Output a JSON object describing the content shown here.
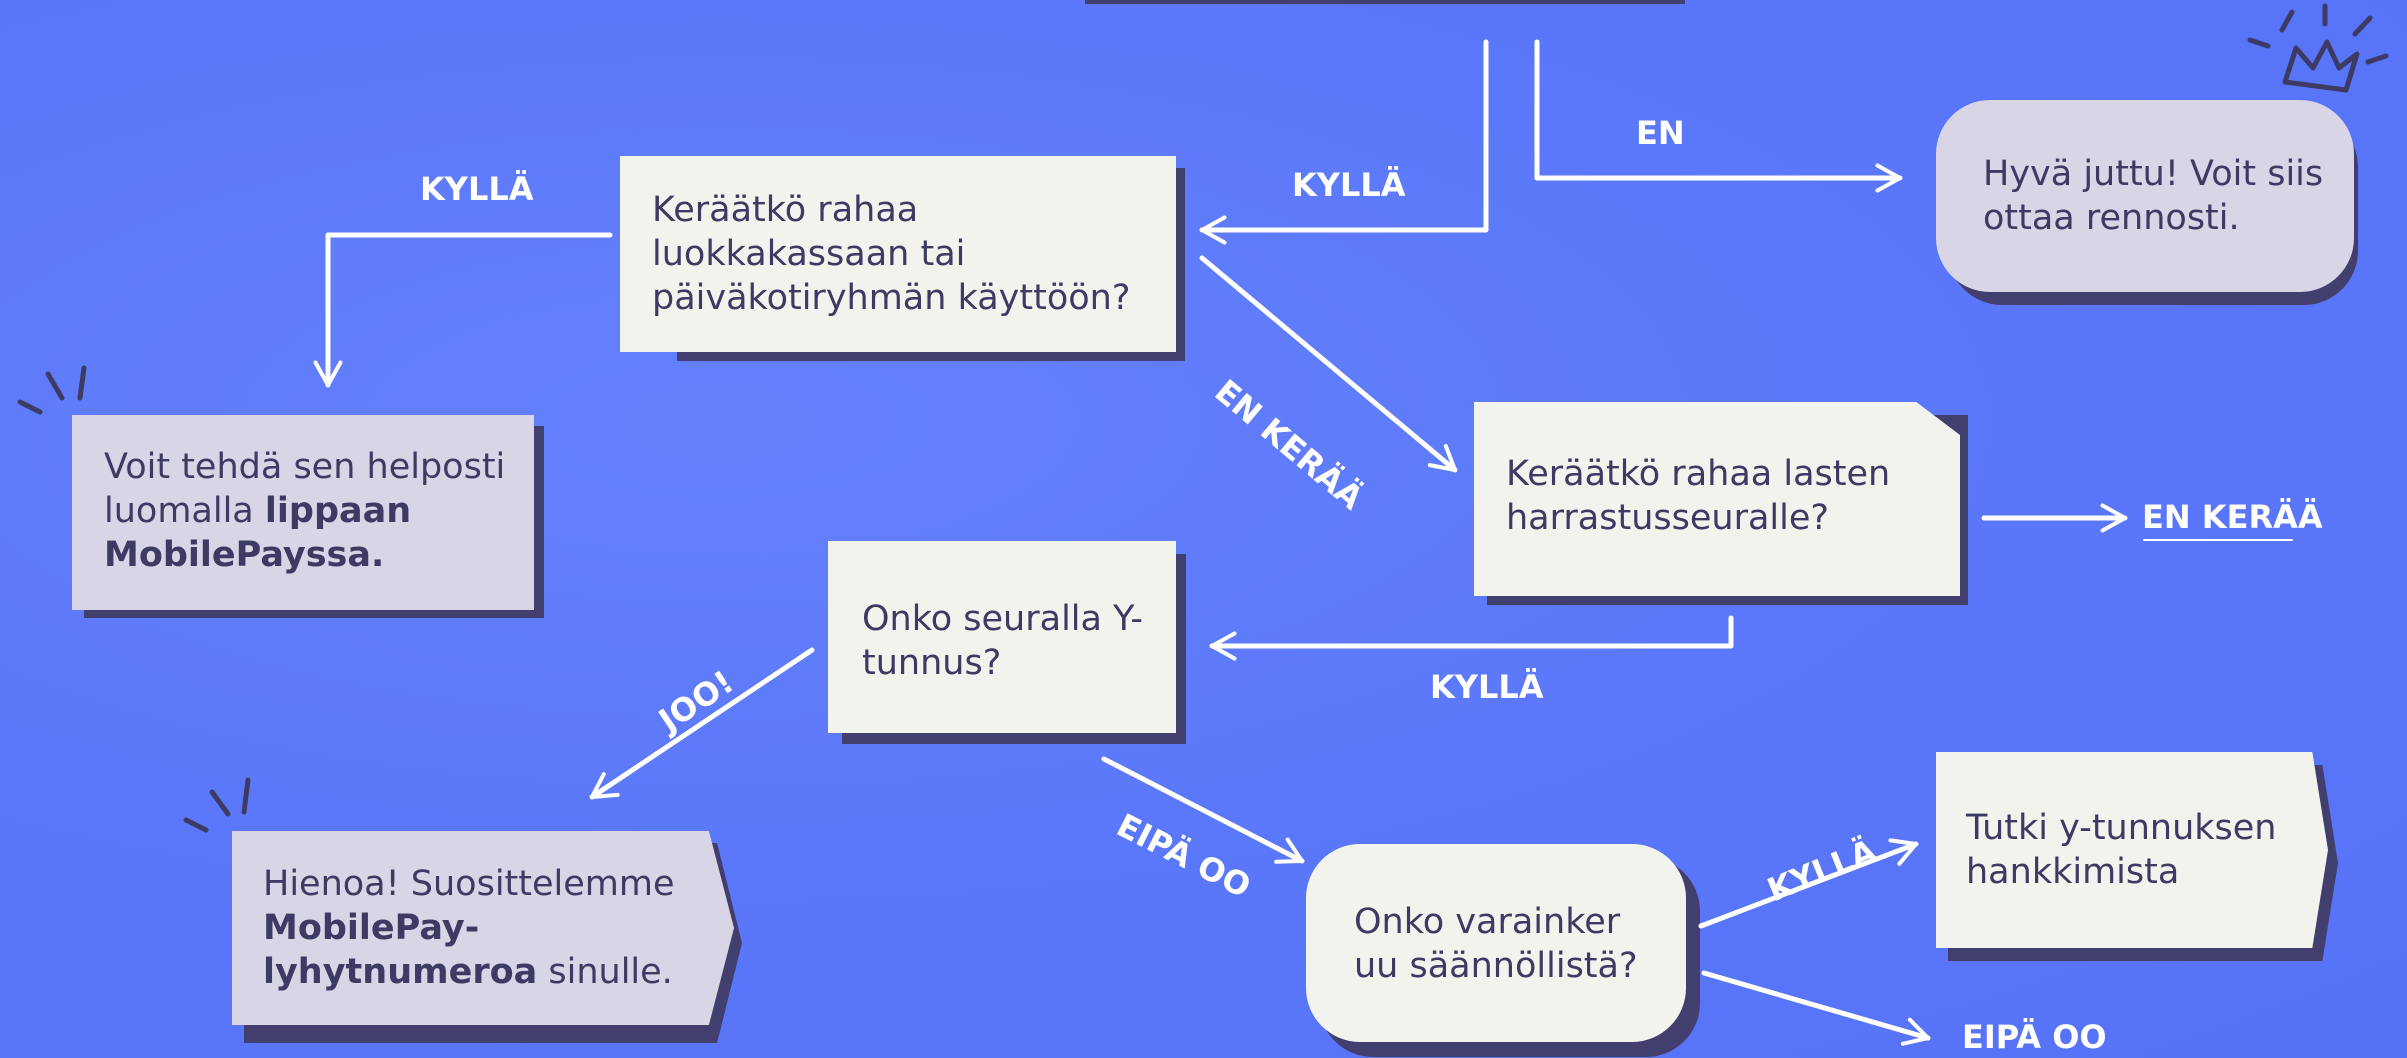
{
  "labels": {
    "kylla_top_left": "KYLLÄ",
    "kylla_top": "KYLLÄ",
    "en_top": "EN",
    "en_keraa_diag": "EN KERÄÄ",
    "en_keraa_right": "EN KERÄÄ",
    "kylla_mid": "KYLLÄ",
    "joo": "JOO!",
    "eipa_oo_left": "EIPÄ OO",
    "kylla_bottom": "KYLLÄ",
    "eipa_oo_bottom": "EIPÄ OO"
  },
  "nodes": {
    "keraatko_luokka": "Keräätkö rahaa luokkakassaan tai päiväkotiryhmän käyttöön?",
    "hyva_juttu": "Hyvä juttu! Voit siis ottaa rennosti.",
    "lippu": {
      "prefix": "Voit tehdä sen helposti luomalla ",
      "bold": "lippaan MobilePayssa."
    },
    "keraatko_harrastus": "Keräätkö rahaa lasten harrastusseuralle?",
    "y_tunnus": "Onko seuralla Y-tunnus?",
    "suosittelemme": {
      "prefix": "Hienoa! Suosittelemme ",
      "bold": "MobilePay-lyhytnumeroa",
      "suffix": " sinulle."
    },
    "varainkeruu": "Onko varainker uu säännöllistä?",
    "tutki": "Tutki y-tunnuksen hankkimista"
  },
  "colors": {
    "background": "#5b78fb",
    "card_light": "#f3f3ee",
    "card_lilac": "#d8d5e6",
    "card_shadow": "#423f6e",
    "text": "#3d3a63",
    "lines": "#ffffff"
  },
  "icons": [
    "crown-doodle-icon",
    "spark-doodle-icon"
  ]
}
